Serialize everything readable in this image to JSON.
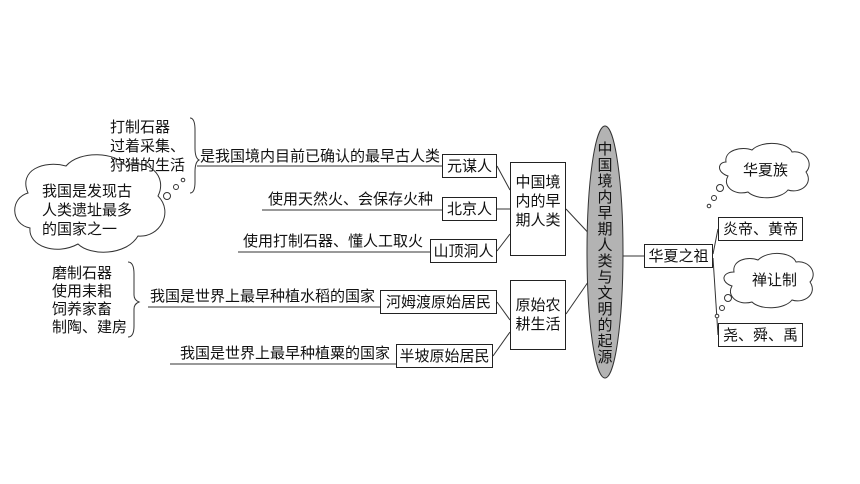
{
  "center_title": "中国境内早期人类与文明的起源",
  "early_humans": {
    "label": "中国境内的早期人类",
    "yuanmou": {
      "label": "元谋人",
      "note": "是我国境内目前已确认的最早古人类",
      "traits": "打制石器\n过着采集、\n狩猎的生活"
    },
    "beijing": {
      "label": "北京人",
      "note": "使用天然火、会保存火种",
      "cloud": "我国是发现古\n人类遗址最多\n的国家之一"
    },
    "shandingdong": {
      "label": "山顶洞人",
      "note": "使用打制石器、懂人工取火"
    }
  },
  "farming": {
    "label": "原始农耕生活",
    "hemudu": {
      "label": "河姆渡原始居民",
      "note": "我国是世界上最早种植水稻的国家",
      "traits": "磨制石器\n使用耒耜\n饲养家畜\n制陶、建房"
    },
    "banpo": {
      "label": "半坡原始居民",
      "note": "我国是世界上最早种植粟的国家"
    }
  },
  "ancestors": {
    "label": "华夏之祖",
    "yan_huang": {
      "label": "炎帝、黄帝",
      "cloud": "华夏族"
    },
    "yao_shun_yu": {
      "label": "尧、舜、禹",
      "cloud": "禅让制"
    }
  }
}
